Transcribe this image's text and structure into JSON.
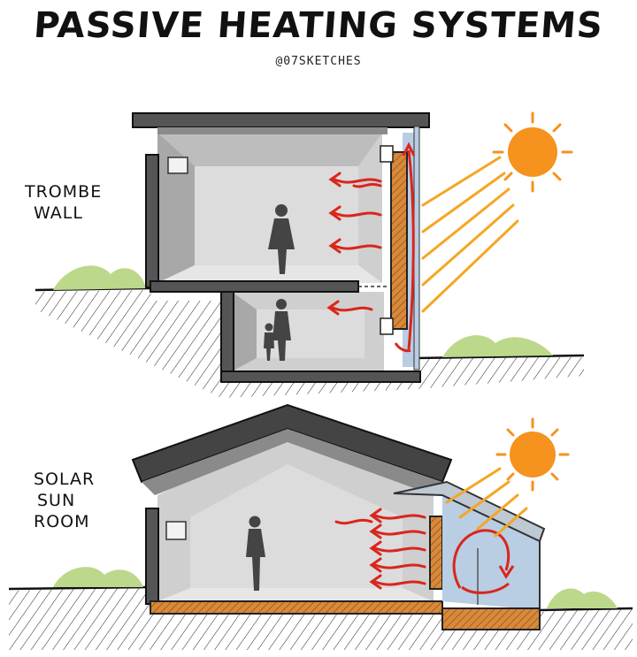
{
  "title": "PASSIVE HEATING SYSTEMS",
  "credit": "@07SKETCHES",
  "labels": {
    "trombe": [
      "TROMBE",
      "WALL"
    ],
    "sunroom": [
      "SOLAR",
      "SUN",
      "ROOM"
    ]
  },
  "colors": {
    "wall_gray": "#9a9a9a",
    "dark_gray": "#6e6e6e",
    "roof_dark": "#3a3a3a",
    "room_light": "#d4d4d4",
    "glass_blue": "#b9cde3",
    "sun": "#f6921e",
    "ray": "#f5a623",
    "heat_arrow": "#d9261c",
    "thermal_mass": "#d9893a",
    "vegetation": "#bcd88a",
    "person": "#444444"
  }
}
